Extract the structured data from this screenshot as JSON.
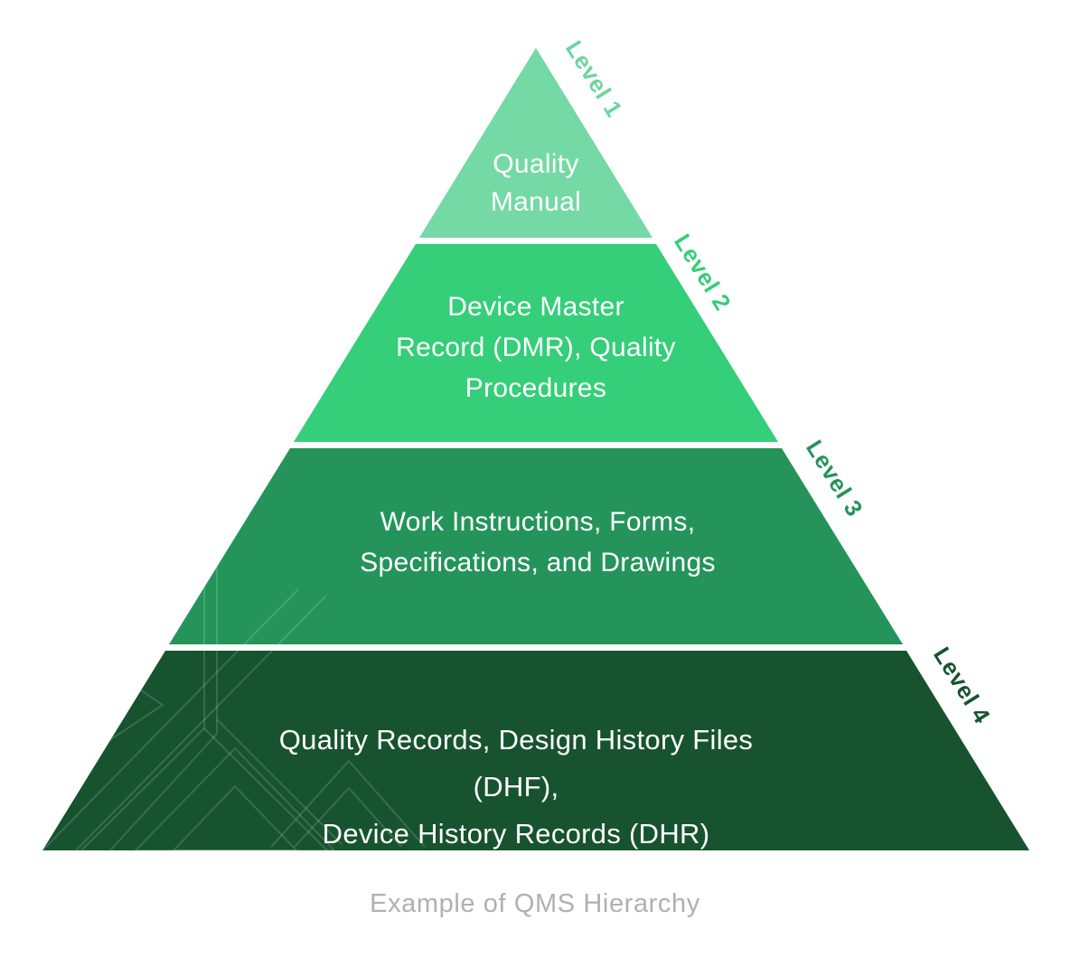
{
  "diagram": {
    "title_hidden": "",
    "caption": "Example of QMS Hierarchy",
    "caption_color": "#b0b0b2",
    "background_color": "#ffffff",
    "text_color": "#ffffff",
    "levels": [
      {
        "label": "Level 1",
        "fill": "#74d9a5",
        "label_color": "#6bd59f",
        "lines": [
          "Quality",
          "Manual"
        ]
      },
      {
        "label": "Level 2",
        "fill": "#35ce79",
        "label_color": "#35ce79",
        "lines": [
          "Device Master",
          "Record (DMR), Quality",
          "Procedures"
        ]
      },
      {
        "label": "Level 3",
        "fill": "#24945a",
        "label_color": "#24945a",
        "lines": [
          "Work Instructions, Forms,",
          "Specifications, and Drawings"
        ]
      },
      {
        "label": "Level 4",
        "fill": "#17532f",
        "label_color": "#17532f",
        "lines": [
          "Quality Records, Design History Files (DHF),",
          "Device History Records (DHR)"
        ]
      }
    ]
  }
}
